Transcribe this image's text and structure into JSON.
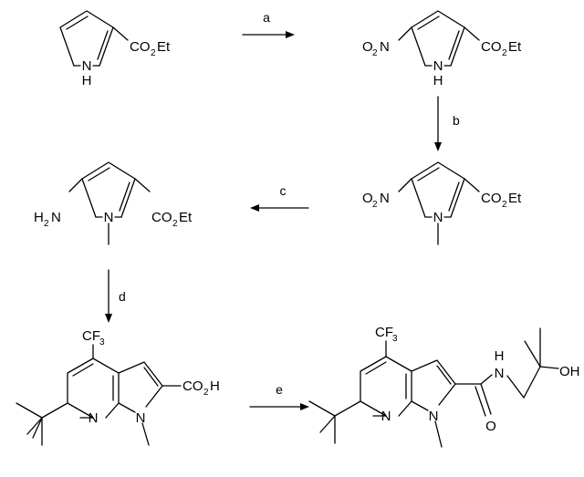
{
  "labels": {
    "NH": "N",
    "H": "H",
    "N": "N",
    "O2N_O": "O",
    "O2N_2": "2",
    "O2N_N": "N",
    "H2N_H": "H",
    "H2N_2": "2",
    "H2N_N": "N",
    "CO2Et_CO": "CO",
    "CO2Et_2": "2",
    "CO2Et_Et": "Et",
    "CO2H_CO": "CO",
    "CO2H_2": "2",
    "CO2H_H": "H",
    "CF3_CF": "CF",
    "CF3_3": "3",
    "O": "O",
    "OH": "OH"
  },
  "steps": [
    "a",
    "b",
    "c",
    "d",
    "e"
  ],
  "colors": {
    "ink": "#000000",
    "background": "#ffffff"
  }
}
